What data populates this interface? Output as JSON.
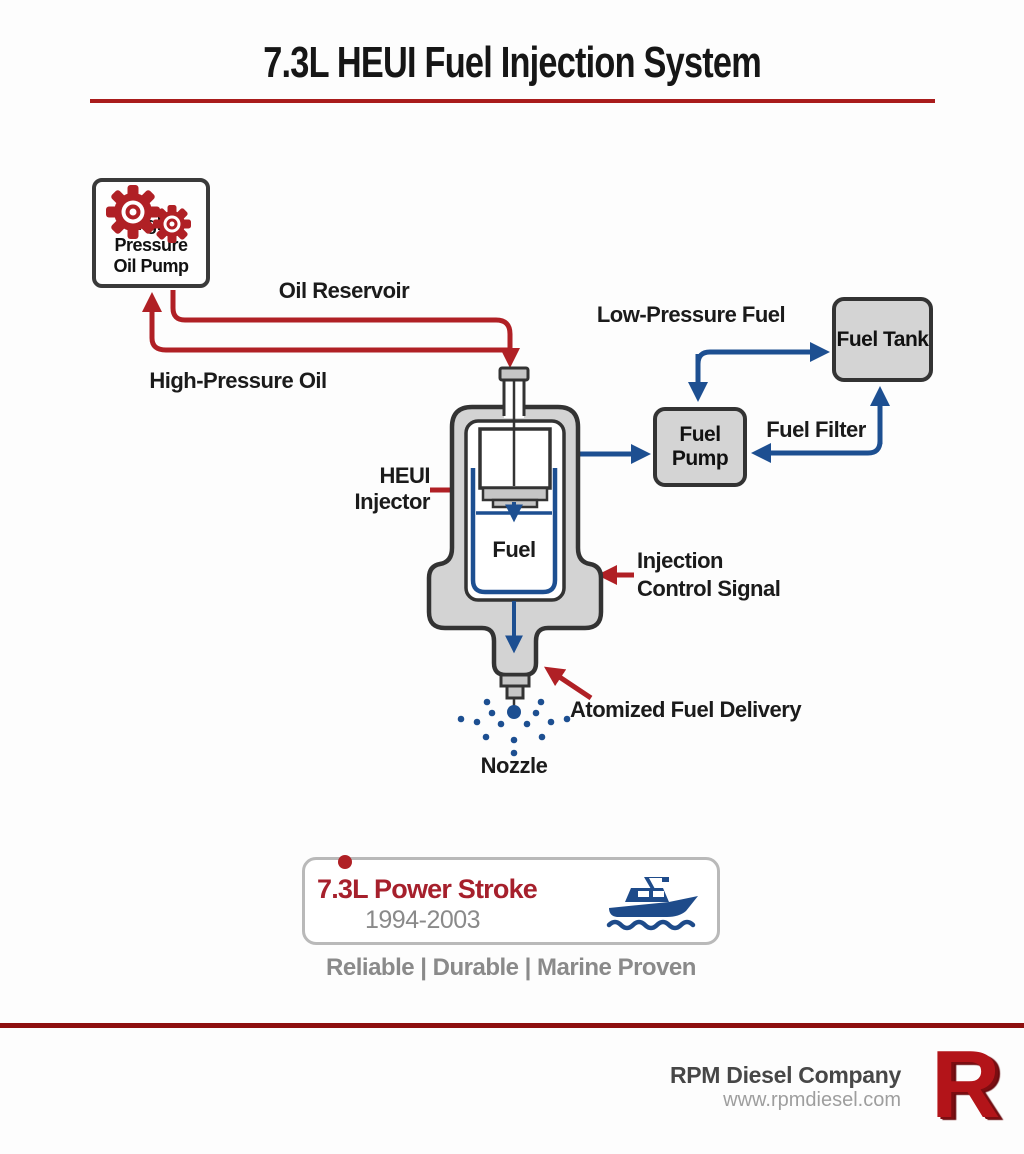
{
  "title": "7.3L HEUI Fuel Injection System",
  "diagram": {
    "oil_pump_box": {
      "line1": "High-Pressure",
      "line2": "Oil Pump"
    },
    "fuel_tank_box": "Fuel Tank",
    "fuel_pump_box": {
      "line1": "Fuel",
      "line2": "Pump"
    },
    "labels": {
      "oil_reservoir": "Oil Reservoir",
      "high_pressure_oil": "High-Pressure Oil",
      "low_pressure_fuel": "Low-Pressure Fuel",
      "fuel_filter": "Fuel Filter",
      "heui_line1": "HEUI",
      "heui_line2": "Injector",
      "injection_line1": "Injection",
      "injection_line2": "Control Signal",
      "atomized": "Atomized Fuel Delivery",
      "nozzle": "Nozzle",
      "fuel": "Fuel"
    }
  },
  "badge": {
    "model": "7.3L Power Stroke",
    "years": "1994-2003",
    "tagline": "Reliable | Durable | Marine Proven"
  },
  "footer": {
    "company": "RPM Diesel Company",
    "website": "www.rpmdiesel.com",
    "logo_letter": "R"
  },
  "colors": {
    "oil_red": "#b02025",
    "fuel_blue": "#1d4f91",
    "title_rule_red": "#a91c1c",
    "footer_rule_red": "#8e0f0f",
    "badge_model_red": "#a6202c",
    "logo_red": "#b31419",
    "box_fill_gray": "#d4d4d4",
    "box_border": "#333333",
    "muted_gray": "#8a8a8a"
  }
}
